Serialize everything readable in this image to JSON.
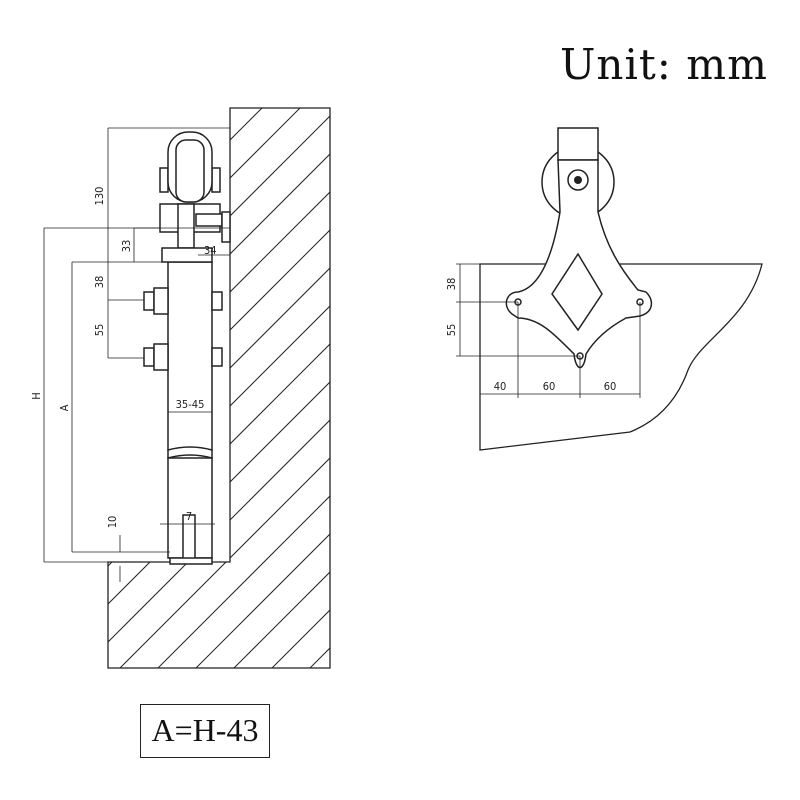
{
  "unit_label": "Unit: mm",
  "formula_label": "A=H-43",
  "side_view": {
    "dim_130": "130",
    "dim_33": "33",
    "dim_34": "34",
    "dim_38": "38",
    "dim_55": "55",
    "dim_35_45": "35-45",
    "dim_10": "10",
    "dim_7": "7",
    "label_H": "H",
    "label_A": "A"
  },
  "front_view": {
    "dim_38": "38",
    "dim_55": "55",
    "dim_40": "40",
    "dim_60_left": "60",
    "dim_60_right": "60"
  }
}
